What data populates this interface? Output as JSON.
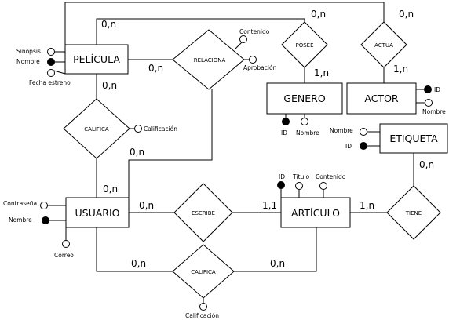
{
  "entities": {
    "pelicula": "PELÍCULA",
    "usuario": "USUARIO",
    "articulo": "ARTÍCULO",
    "genero": "GENERO",
    "actor": "ACTOR",
    "etiqueta": "ETIQUETA"
  },
  "relationships": {
    "relaciona": "RELACIONA",
    "posee": "POSEE",
    "actua": "ACTUA",
    "califica_pelicula": "CALIFICA",
    "escribe": "ESCRIBE",
    "tiene": "TIENE",
    "califica_articulo": "CALIFICA"
  },
  "attributes": {
    "pelicula": {
      "sinopsis": "Sinopsis",
      "nombre": "Nombre",
      "fecha_estreno": "Fecha estreno"
    },
    "relaciona": {
      "contenido": "Contenido",
      "aprobacion": "Aprobación"
    },
    "califica_pelicula": {
      "calificacion": "Calificación"
    },
    "genero": {
      "id": "ID",
      "nombre": "Nombre"
    },
    "actor": {
      "id": "ID",
      "nombre": "Nombre"
    },
    "etiqueta": {
      "nombre": "Nombre",
      "id": "ID"
    },
    "usuario": {
      "contrasena": "Contraseña",
      "nombre": "Nombre",
      "correo": "Correo"
    },
    "articulo": {
      "id": "ID",
      "titulo": "Título",
      "contenido": "Contenido"
    },
    "califica_articulo": {
      "calificacion": "Calificación"
    }
  },
  "cardinalities": {
    "pelicula_top": "0,n",
    "posee_top": "0,n",
    "actua_top": "0,n",
    "posee_genero": "1,n",
    "actua_actor": "1,n",
    "pelicula_relaciona": "0,n",
    "pelicula_califica": "0,n",
    "califica_usuario": "0,n",
    "relaciona_usuario": "0,n",
    "etiqueta_tiene": "0,n",
    "usuario_escribe": "0,n",
    "escribe_articulo": "1,1",
    "articulo_tiene": "1,n",
    "usuario_califica2": "0,n",
    "articulo_califica2": "0,n"
  }
}
